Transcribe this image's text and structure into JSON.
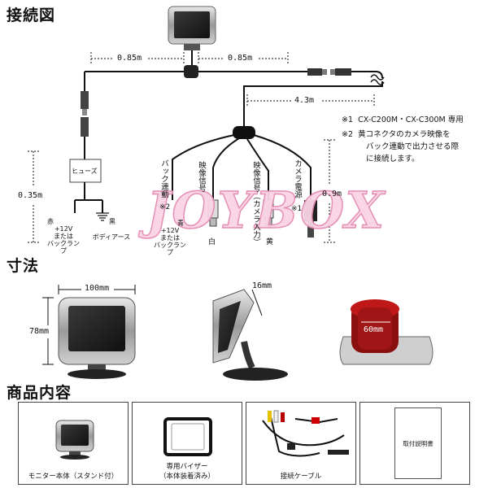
{
  "sections": {
    "connection": "接続図",
    "dimensions": "寸法",
    "contents": "商品内容"
  },
  "connection": {
    "dim_left": "0.85m",
    "dim_right": "0.85m",
    "dim_long": "4.3m",
    "dim_fuse_height": "0.35m",
    "dim_camera_power": "0.9m",
    "fuse_label": "ヒューズ",
    "red_wire": {
      "color_label": "赤",
      "volt": "+12V",
      "line2": "または",
      "line3": "バックランプ"
    },
    "black_wire": {
      "color_label": "黒",
      "line1": "ボディアース"
    },
    "blue_wire": {
      "vertical": "バック連動",
      "note": "※2",
      "color_label": "青",
      "volt": "+12V",
      "line2": "または",
      "line3": "バックランプ"
    },
    "video1": {
      "vertical": "映像信号",
      "color_label": "白"
    },
    "video2": {
      "vertical": "映像信号（カメラ入力）",
      "color_label": "黄"
    },
    "camera_power": {
      "vertical": "カメラ電源",
      "note": "※1"
    },
    "notes": [
      {
        "mark": "※1",
        "text": "CX-C200M・CX-C300M 専用"
      },
      {
        "mark": "※2",
        "text": "黄コネクタのカメラ映像を"
      },
      {
        "mark": "",
        "text": "バック連動で出力させる際"
      },
      {
        "mark": "",
        "text": "に接続します。"
      }
    ],
    "watermark": "JOYBOX"
  },
  "dimensions": {
    "width": "100mm",
    "height": "78mm",
    "depth": "16mm",
    "base": "60mm"
  },
  "contents": {
    "items": [
      {
        "caption": "モニター本体（スタンド付）"
      },
      {
        "caption_line1": "専用バイザー",
        "caption_line2": "（本体装着済み）"
      },
      {
        "caption": "接続ケーブル"
      },
      {
        "manual_label": "取付説明書"
      }
    ]
  },
  "colors": {
    "wire": "#111111",
    "watermark_fill": "#f7c8dc",
    "watermark_stroke": "#e888b0",
    "frame": "#444444"
  }
}
